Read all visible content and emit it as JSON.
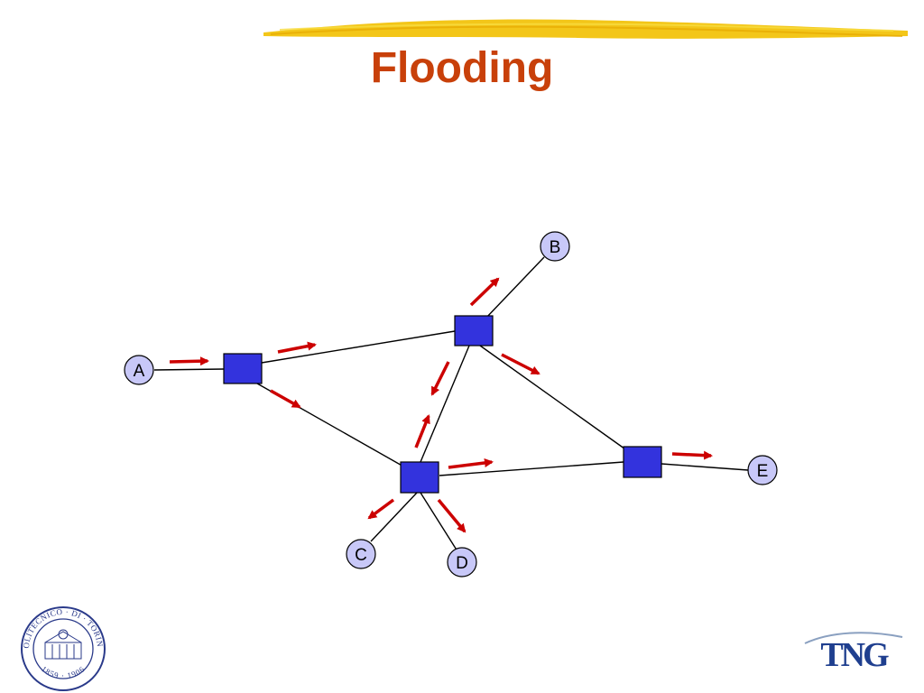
{
  "slide": {
    "title": "Flooding",
    "colors": {
      "title": "#c8400a",
      "switch_fill": "#3333dd",
      "host_fill": "#c8c8f8",
      "arrow": "#cc0000",
      "brush": "#f2c000"
    }
  },
  "diagram": {
    "hosts": [
      {
        "id": "A",
        "label": "A"
      },
      {
        "id": "B",
        "label": "B"
      },
      {
        "id": "C",
        "label": "C"
      },
      {
        "id": "D",
        "label": "D"
      },
      {
        "id": "E",
        "label": "E"
      }
    ],
    "switches": [
      "S1",
      "S2",
      "S3",
      "S4"
    ],
    "links": [
      [
        "A",
        "S1"
      ],
      [
        "S1",
        "S2"
      ],
      [
        "S1",
        "S3"
      ],
      [
        "S2",
        "B"
      ],
      [
        "S2",
        "S3"
      ],
      [
        "S2",
        "S4"
      ],
      [
        "S3",
        "S4"
      ],
      [
        "S3",
        "C"
      ],
      [
        "S3",
        "D"
      ],
      [
        "S4",
        "E"
      ]
    ]
  },
  "logos": {
    "left": {
      "name": "politecnico-seal-icon",
      "text": "POLITECNICO · DI · TORINO",
      "years": "1859 · 1906"
    },
    "right": {
      "name": "tng-logo-icon",
      "text": "TNG"
    }
  }
}
